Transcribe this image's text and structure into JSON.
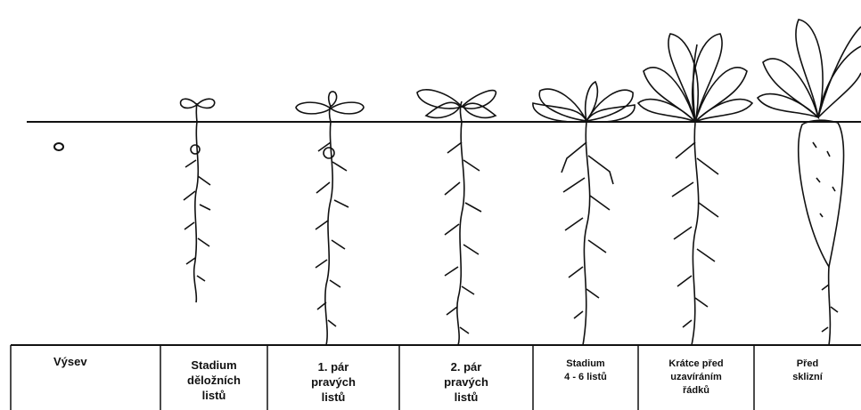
{
  "stages": [
    {
      "id": "sowing",
      "label": "Výsev"
    },
    {
      "id": "cotyledon",
      "label": "Stadium\nděložních\nlistů"
    },
    {
      "id": "pair1",
      "label": "1. pár\npravých\nlistů"
    },
    {
      "id": "pair2",
      "label": "2. pár\npravých\nlistů"
    },
    {
      "id": "leaves46",
      "label": "Stadium\n4 - 6 listů"
    },
    {
      "id": "before_rows",
      "label": "Krátce před\nuzavíráním\nřádků"
    },
    {
      "id": "harvest",
      "label": "Před\nsklizní"
    }
  ],
  "colors": {
    "ink": "#111111",
    "background": "#ffffff"
  }
}
